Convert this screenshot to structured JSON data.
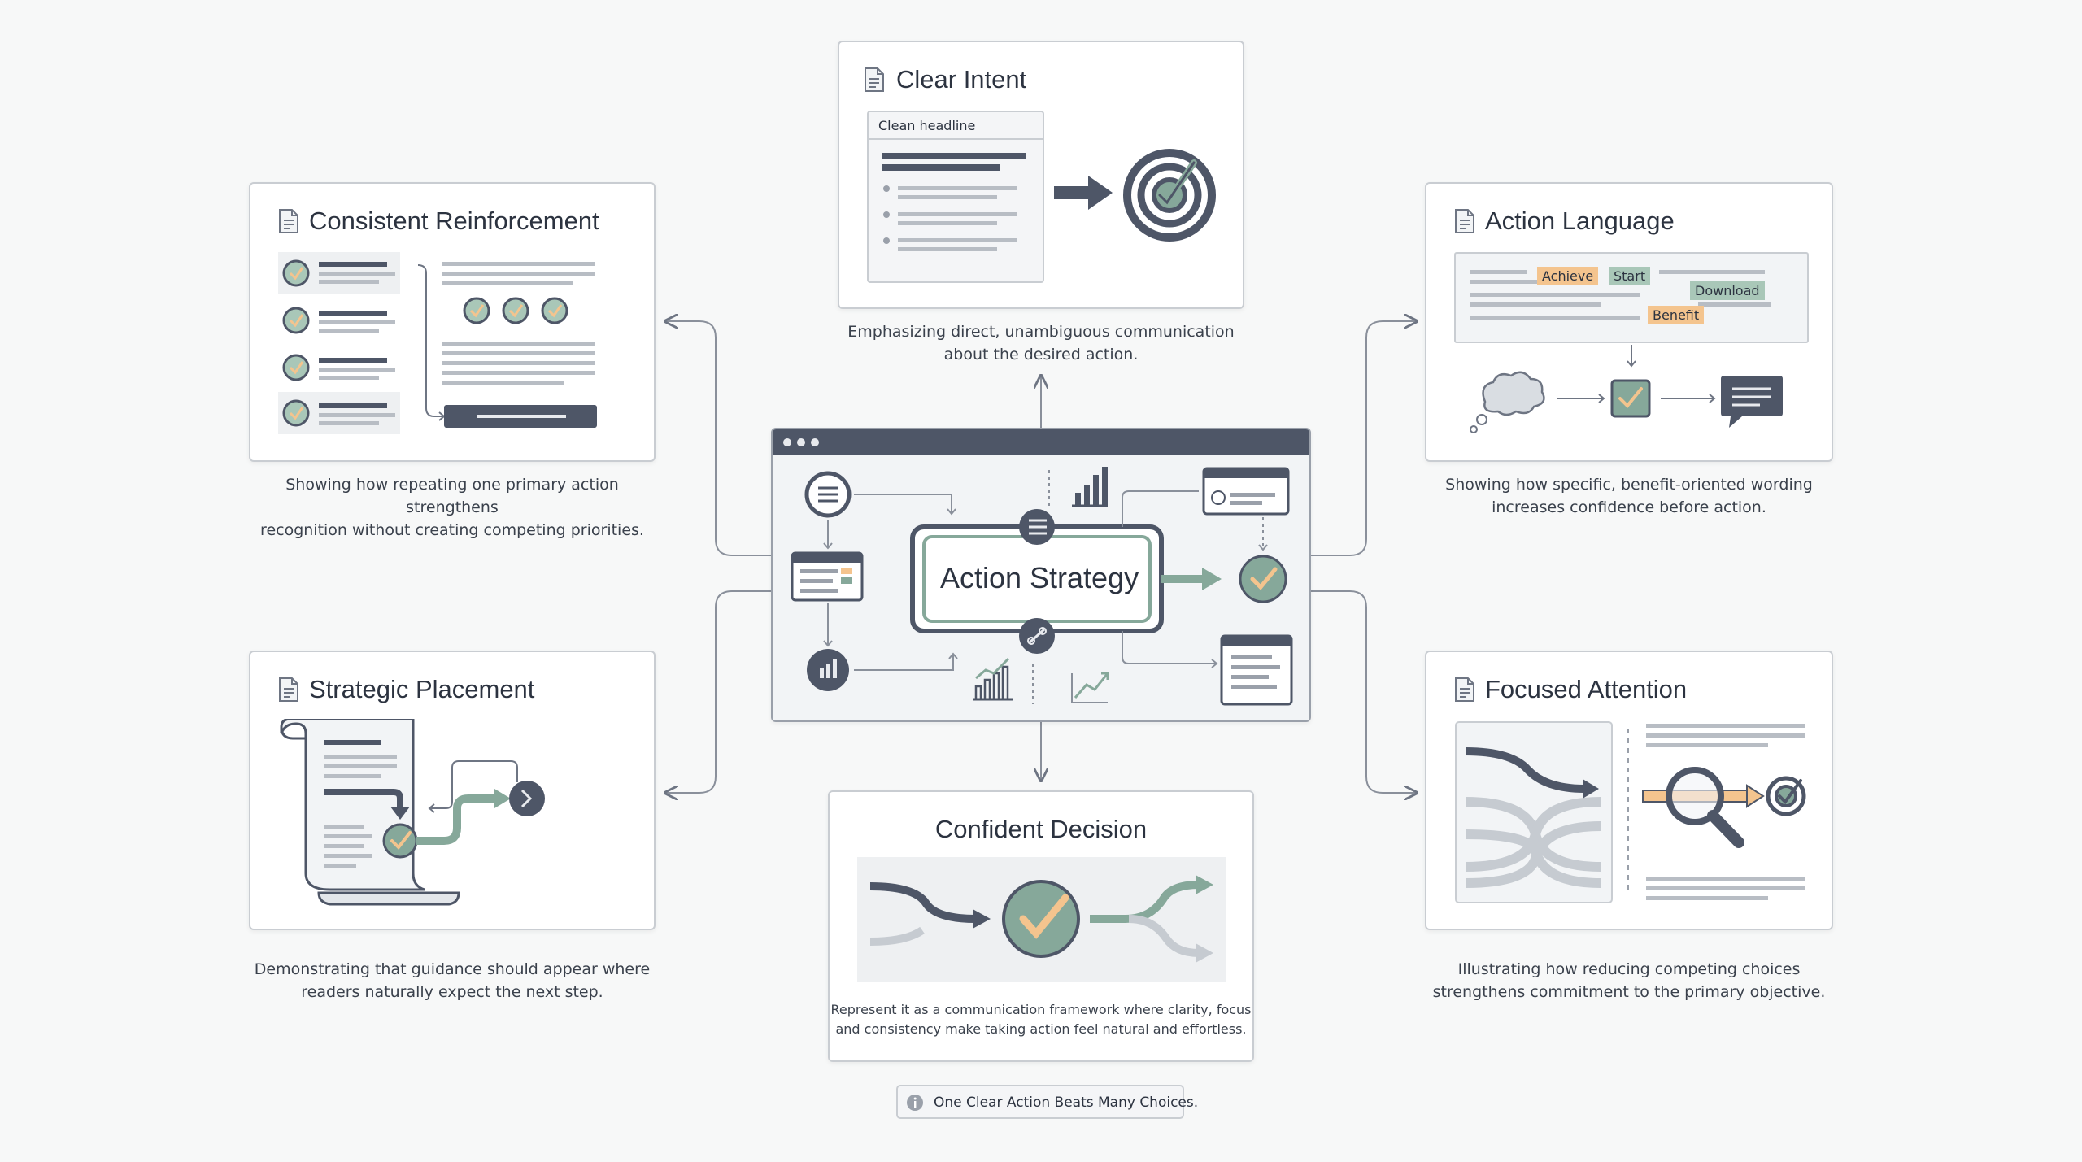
{
  "center": {
    "title": "Action Strategy"
  },
  "cards": {
    "clear_intent": {
      "title": "Clear Intent",
      "headline_label": "Clean headline",
      "caption_line1": "Emphasizing direct, unambiguous communication",
      "caption_line2": "about the desired action."
    },
    "consistent_reinforcement": {
      "title": "Consistent Reinforcement",
      "caption_line1": "Showing how repeating one primary action strengthens",
      "caption_line2": "recognition without creating competing priorities."
    },
    "action_language": {
      "title": "Action Language",
      "tags": [
        "Achieve",
        "Start",
        "Download",
        "Benefit"
      ],
      "caption_line1": "Showing how specific, benefit-oriented wording",
      "caption_line2": "increases confidence before action."
    },
    "strategic_placement": {
      "title": "Strategic Placement",
      "caption_line1": "Demonstrating that guidance should appear where",
      "caption_line2": "readers naturally expect the next step."
    },
    "focused_attention": {
      "title": "Focused Attention",
      "caption_line1": "Illustrating how reducing competing choices",
      "caption_line2": "strengthens commitment to the primary objective."
    },
    "confident_decision": {
      "title": "Confident Decision",
      "body_line1": "Represent it as a communication framework where clarity, focus",
      "body_line2": "and consistency make taking action feel natural and effortless."
    }
  },
  "footer_note": "One Clear Action Beats Many Choices.",
  "colors": {
    "slate": "#4e5667",
    "sage": "#86a89a",
    "sage_dark": "#5f7d71",
    "tag_orange": "#f4c48e",
    "tag_green": "#a9c7b8",
    "border": "#c9cdd2"
  }
}
